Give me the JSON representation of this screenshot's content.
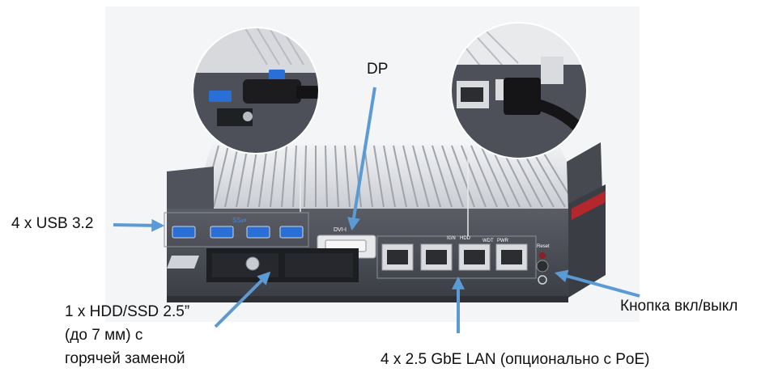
{
  "callouts": {
    "usb": "4 x USB 3.2",
    "dp": "DP",
    "hdd_line1": "1 x HDD/SSD 2.5”",
    "hdd_line2": "(до 7 мм) с",
    "hdd_line3": "горячей заменой",
    "lan": "4 x 2.5 GbE LAN (опционально с PoE)",
    "power": "Кнопка вкл/выкл"
  },
  "device_markings": {
    "usb_logo": "SS⇄",
    "dvi": "DVI-I",
    "ign": "IGN",
    "hdd": "HDD",
    "wdt": "WDT",
    "pwr": "PWR",
    "reset": "Reset"
  },
  "colors": {
    "arrow": "#5b9bd5",
    "chassis": "#4a4d55",
    "heatsink": "#d9dbdf",
    "port_blue": "#2a6fd6",
    "accent_red": "#b3272d"
  }
}
